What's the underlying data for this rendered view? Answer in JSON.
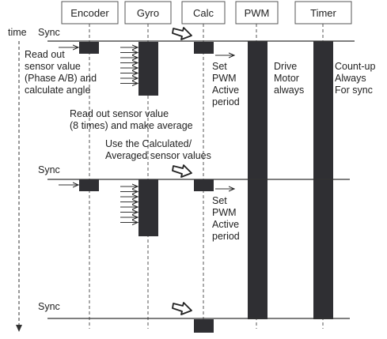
{
  "headers": {
    "encoder": "Encoder",
    "gyro": "Gyro",
    "calc": "Calc",
    "pwm": "PWM",
    "timer": "Timer"
  },
  "time_label": "time",
  "sync_label": "Sync",
  "notes": {
    "encoder_read": [
      "Read out",
      "sensor value",
      "(Phase A/B) and",
      "calculate angle"
    ],
    "gyro_read": [
      "Read out sensor value",
      "(8 times) and make average"
    ],
    "use_values": [
      "Use the Calculated/",
      "Averaged  sensor values"
    ],
    "set_pwm": [
      "Set",
      "PWM",
      "Active",
      "period"
    ],
    "drive_motor": [
      "Drive",
      "Motor",
      "always"
    ],
    "timer_count": [
      "Count-up",
      "Always",
      "For sync"
    ]
  }
}
